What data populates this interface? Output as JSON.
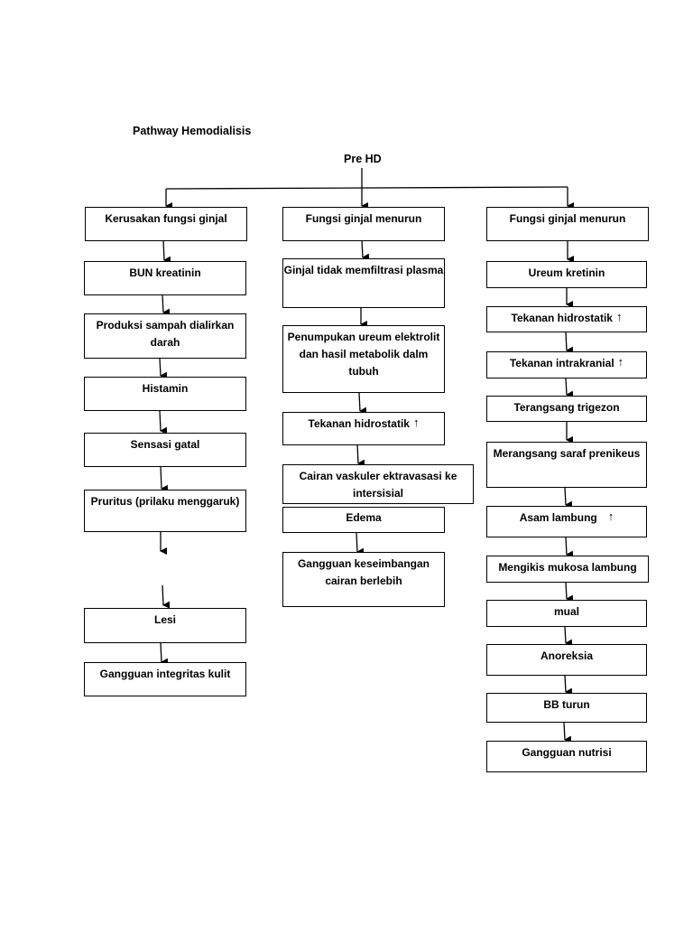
{
  "title": "Pathway Hemodialisis",
  "root": "Pre HD",
  "up_arrow": "↑",
  "left": [
    "Kerusakan fungsi ginjal",
    "BUN kreatinin",
    "Produksi sampah dialirkan darah",
    "Histamin",
    "Sensasi gatal",
    "Pruritus (prilaku menggaruk)",
    "Lesi",
    "Gangguan integritas kulit"
  ],
  "middle": [
    "Fungsi ginjal menurun",
    "Ginjal tidak memfiltrasi plasma",
    "Penumpukan ureum elektrolit dan hasil metabolik dalm tubuh",
    "Tekanan hidrostatik",
    "Cairan vaskuler ektravasasi ke intersisial",
    "Edema",
    "Gangguan keseimbangan cairan berlebih"
  ],
  "right": [
    "Fungsi ginjal menurun",
    "Ureum kretinin",
    "Tekanan hidrostatik",
    "Tekanan intrakranial",
    "Terangsang trigezon",
    "Merangsang saraf prenikeus",
    "Asam lambung",
    "Mengikis mukosa lambung",
    "mual",
    "Anoreksia",
    "BB turun",
    "Gangguan nutrisi"
  ]
}
